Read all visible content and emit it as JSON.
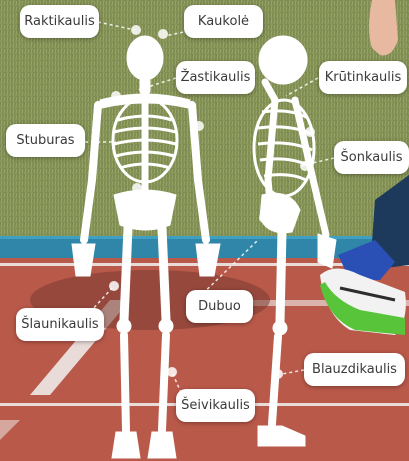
{
  "labels": {
    "raktikaulis": "Raktikaulis",
    "kaukole": "Kaukolė",
    "zastikaulis": "Žastikaulis",
    "krutinkaulis": "Krūtinkaulis",
    "stuburas": "Stuburas",
    "sonkaulis": "Šonkaulis",
    "dubuo": "Dubuo",
    "slaunikaulis": "Šlaunikaulis",
    "blauzdikaulis": "Blauzdikaulis",
    "seivikaulis": "Šeivikaulis"
  }
}
